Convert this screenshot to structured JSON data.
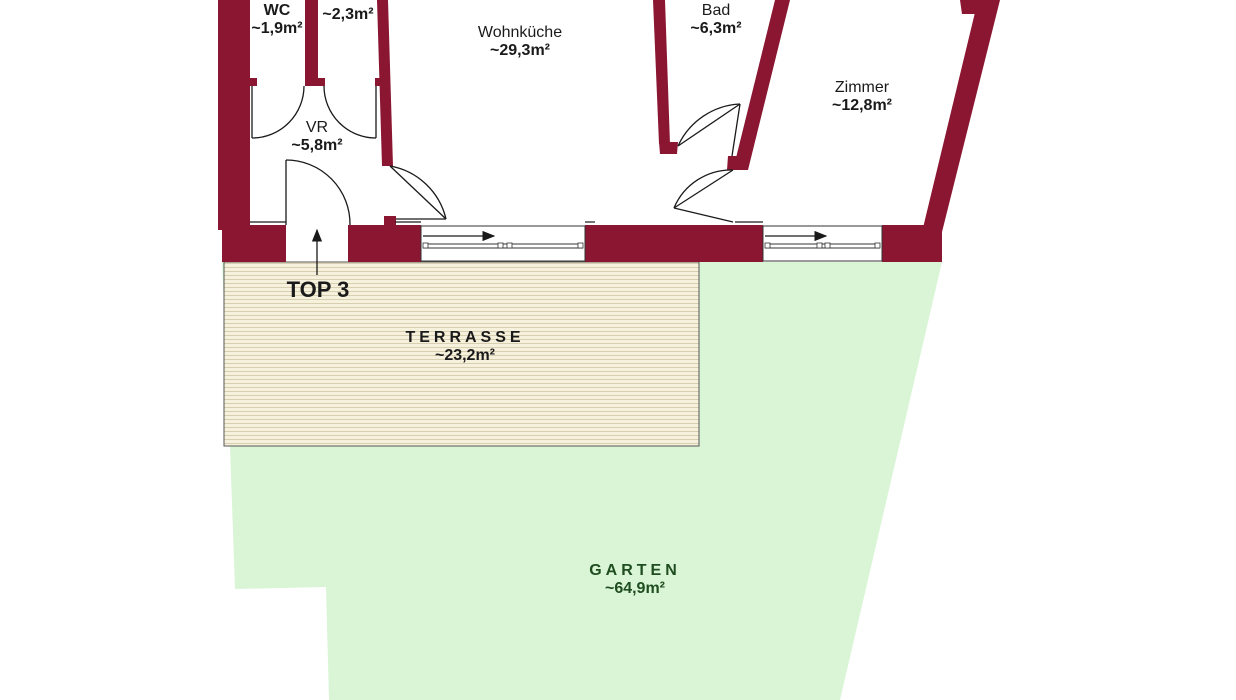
{
  "colors": {
    "wall": "#8b1632",
    "garden": "#d9f5d6",
    "terrace_fill": "#f6f1dd",
    "terrace_lines": "#d8ceb0",
    "garden_text": "#1f4d1f",
    "line": "#1a1a1a"
  },
  "rooms": {
    "wc": {
      "name": "WC",
      "area": "~1,9m²"
    },
    "ar": {
      "area": "~2,3m²"
    },
    "wohnkueche": {
      "name": "Wohnküche",
      "area": "~29,3m²"
    },
    "bad": {
      "name": "Bad",
      "area": "~6,3m²"
    },
    "zimmer": {
      "name": "Zimmer",
      "area": "~12,8m²"
    },
    "vr": {
      "name": "VR",
      "area": "~5,8m²"
    }
  },
  "unit": {
    "label": "TOP 3"
  },
  "terrasse": {
    "name": "TERRASSE",
    "area": "~23,2m²"
  },
  "garten": {
    "name": "GARTEN",
    "area": "~64,9m²"
  },
  "icons": {
    "entrance": "entrance-arrow-icon",
    "sliding": "sliding-door-arrow-icon"
  }
}
